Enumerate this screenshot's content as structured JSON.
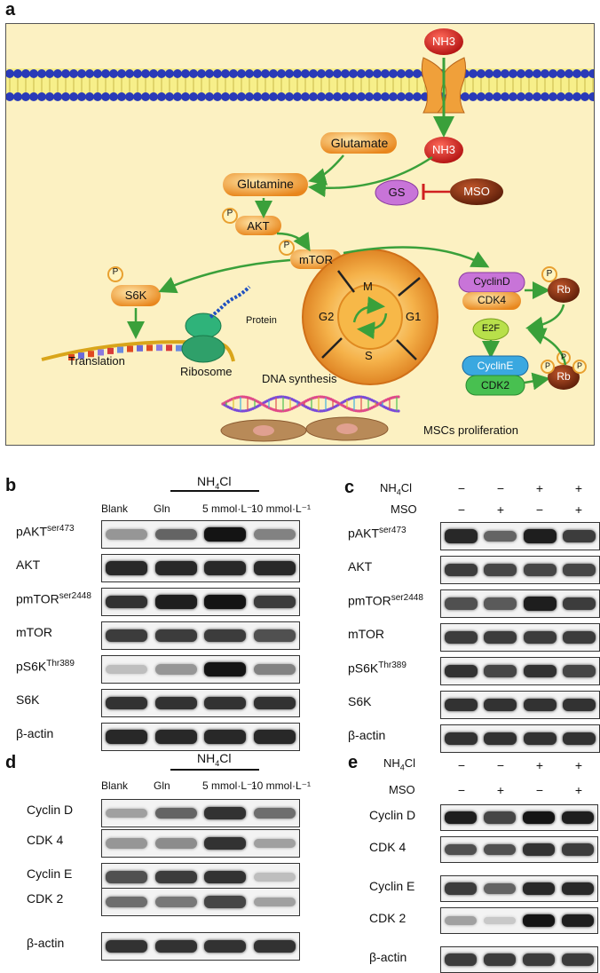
{
  "panels": {
    "a": "a",
    "b": "b",
    "c": "c",
    "d": "d",
    "e": "e"
  },
  "diagram": {
    "nh3_out": "NH3",
    "nh3_in": "NH3",
    "glutamate": "Glutamate",
    "glutamine": "Glutamine",
    "gs": "GS",
    "mso": "MSO",
    "akt": "AKT",
    "mtor": "mTOR",
    "s6k": "S6K",
    "p": "P",
    "protein": "Protein",
    "translation": "Translation",
    "ribosome": "Ribosome",
    "cyclind": "CyclinD",
    "cdk4": "CDK4",
    "rb": "Rb",
    "e2f": "E2F",
    "cycline": "CyclinE",
    "cdk2": "CDK2",
    "phase_m": "M",
    "phase_g1": "G1",
    "phase_s": "S",
    "phase_g2": "G2",
    "dna_synthesis": "DNA synthesis",
    "proliferation": "MSCs proliferation"
  },
  "panel_b": {
    "treatment": "NH4Cl",
    "lanes": [
      "Blank",
      "Gln",
      "5 mmol·L⁻¹",
      "10 mmol·L⁻¹"
    ],
    "rows": [
      "pAKTser473",
      "AKT",
      "pmTORser2448",
      "mTOR",
      "pS6KThr389",
      "S6K",
      "β-actin"
    ]
  },
  "panel_c": {
    "factor1": "NH4Cl",
    "factor2": "MSO",
    "nh4cl_signs": [
      "−",
      "−",
      "+",
      "+"
    ],
    "mso_signs": [
      "−",
      "+",
      "−",
      "+"
    ],
    "rows": [
      "pAKTser473",
      "AKT",
      "pmTORser2448",
      "mTOR",
      "pS6KThr389",
      "S6K",
      "β-actin"
    ]
  },
  "panel_d": {
    "treatment": "NH4Cl",
    "lanes": [
      "Blank",
      "Gln",
      "5 mmol·L⁻¹",
      "10 mmol·L⁻¹"
    ],
    "rows": [
      "Cyclin D",
      "CDK 4",
      "Cyclin E",
      "CDK 2",
      "β-actin"
    ]
  },
  "panel_e": {
    "factor1": "NH4Cl",
    "factor2": "MSO",
    "nh4cl_signs": [
      "−",
      "−",
      "+",
      "+"
    ],
    "mso_signs": [
      "−",
      "+",
      "−",
      "+"
    ],
    "rows": [
      "Cyclin D",
      "CDK 4",
      "Cyclin E",
      "CDK 2",
      "β-actin"
    ]
  },
  "colors": {
    "panel_bg": "#fcf1c2",
    "arrow": "#3aa03a",
    "inhibit": "#d02020",
    "nh3": "#c41a1a"
  }
}
